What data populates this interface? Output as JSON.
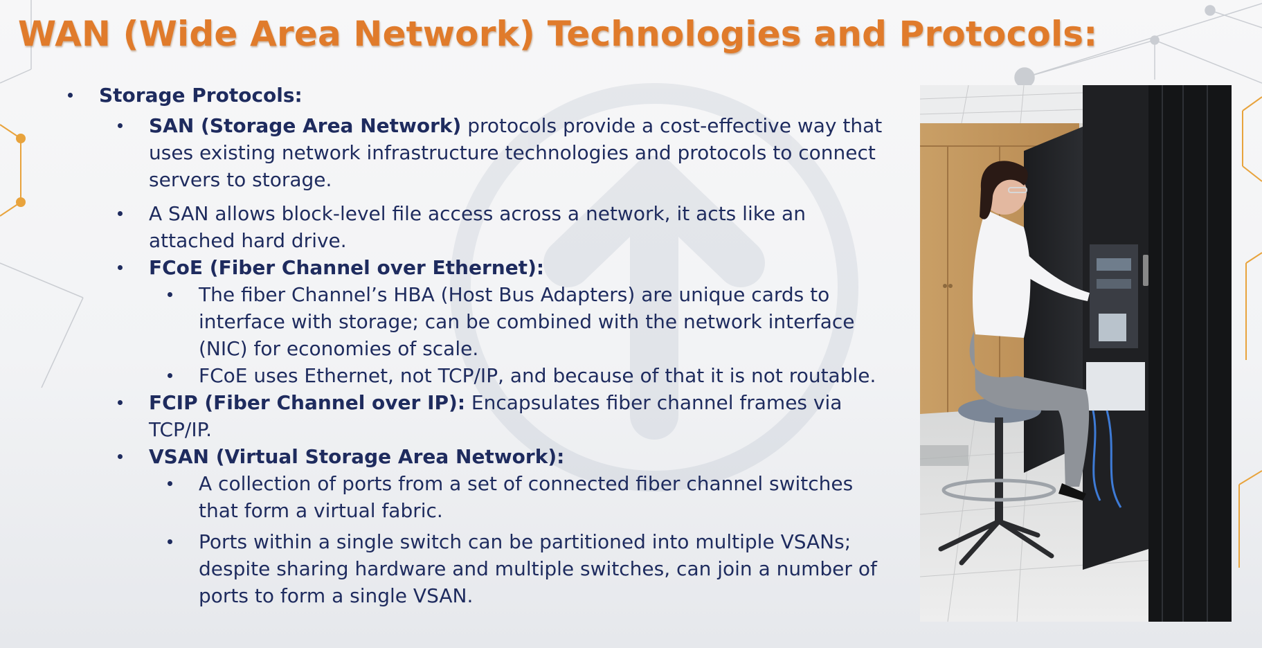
{
  "slide": {
    "title": "WAN (Wide Area Network) Technologies and Protocols:",
    "top_bullet": "Storage Protocols:",
    "items": [
      {
        "bold": "SAN (Storage Area Network)",
        "text": " protocols provide a cost-effective way that uses existing network infrastructure technologies and protocols to connect servers to storage."
      },
      {
        "bold": "",
        "text": "A SAN allows block-level file access across a network, it acts like an attached hard drive."
      },
      {
        "bold": "FCoE (Fiber Channel over Ethernet):",
        "text": ""
      },
      {
        "bold": "",
        "text": "The fiber Channel’s HBA (Host Bus Adapters) are unique cards to interface with storage; can be combined with the network interface (NIC) for economies of scale."
      },
      {
        "bold": "",
        "text": "FCoE uses Ethernet, not TCP/IP, and because of that it is not routable."
      },
      {
        "bold": "FCIP (Fiber Channel over IP):",
        "text": " Encapsulates fiber channel frames via TCP/IP."
      },
      {
        "bold": "VSAN (Virtual Storage Area Network):",
        "text": ""
      },
      {
        "bold": "",
        "text": "A collection of ports from a set of connected fiber channel switches that form a virtual fabric."
      },
      {
        "bold": "",
        "text": "Ports within a single switch can be partitioned into multiple VSANs; despite sharing hardware and multiple switches, can join a number of ports to form a single VSAN."
      }
    ]
  },
  "colors": {
    "title": "#e07b2b",
    "body_text": "#1e2b5e",
    "accent_lines": "#e8a33c"
  },
  "image": {
    "subject": "woman-working-at-server-rack-photo"
  }
}
